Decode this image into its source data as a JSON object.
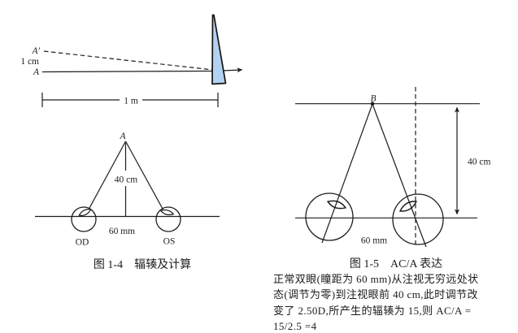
{
  "colors": {
    "ink": "#1d1d1d",
    "prism_fill": "#b3d1f1"
  },
  "prism_diagram": {
    "image_point_label": "A′",
    "offset_label": "1 cm",
    "object_point_label": "A",
    "distance_label": "1 m"
  },
  "fig_convergence": {
    "apex_label": "A",
    "target_distance_label": "40 cm",
    "pd_label": "60 mm",
    "right_eye_label": "OD",
    "left_eye_label": "OS",
    "caption": "图 1-4　辐辏及计算"
  },
  "fig_aca": {
    "fixation_point_label": "B",
    "target_distance_label": "40 cm",
    "pd_label": "60 mm",
    "caption": "图 1-5　AC/A 表达",
    "description_lines": [
      "正常双眼(瞳距为 60 mm)从注视无穷远处状",
      "态(调节为零)到注视眼前 40 cm,此时调节改",
      "变了 2.50D,所产生的辐辏为 15,则 AC/A =",
      "15/2.5 =4"
    ]
  }
}
